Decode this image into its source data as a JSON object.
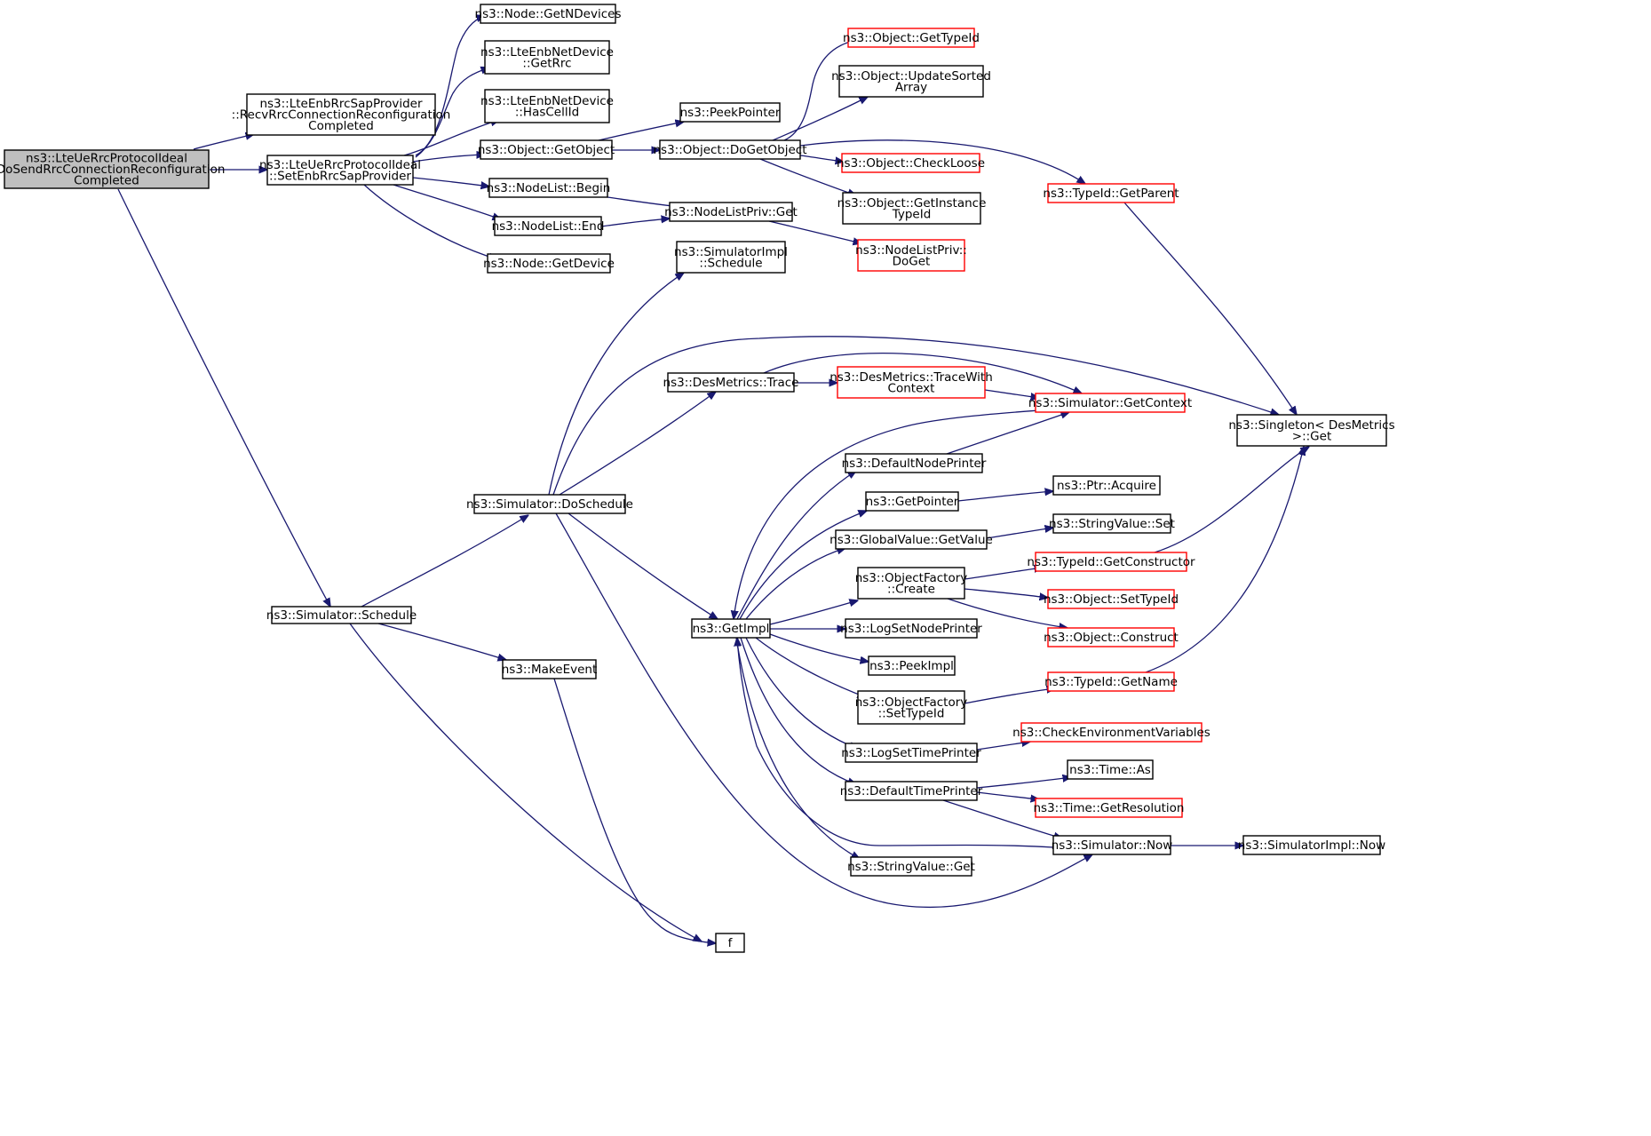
{
  "colors": {
    "edge": "#191970",
    "node_border": "#000000",
    "truncated_border": "#ff0000",
    "root_fill": "#bfbfbf",
    "node_fill": "#ffffff"
  },
  "nodes": [
    {
      "id": "root",
      "lines": [
        "ns3::LteUeRrcProtocolIdeal",
        "::DoSendRrcConnectionReconfiguration",
        "Completed"
      ],
      "root": true
    },
    {
      "id": "recv",
      "lines": [
        "ns3::LteEnbRrcSapProvider",
        "::RecvRrcConnectionReconfiguration",
        "Completed"
      ]
    },
    {
      "id": "setenb",
      "lines": [
        "ns3::LteUeRrcProtocolIdeal",
        "::SetEnbRrcSapProvider"
      ]
    },
    {
      "id": "sched",
      "lines": [
        "ns3::Simulator::Schedule"
      ]
    },
    {
      "id": "getndev",
      "lines": [
        "ns3::Node::GetNDevices"
      ]
    },
    {
      "id": "getrrc",
      "lines": [
        "ns3::LteEnbNetDevice",
        "::GetRrc"
      ]
    },
    {
      "id": "hascell",
      "lines": [
        "ns3::LteEnbNetDevice",
        "::HasCellId"
      ]
    },
    {
      "id": "getobj",
      "lines": [
        "ns3::Object::GetObject"
      ]
    },
    {
      "id": "nlbegin",
      "lines": [
        "ns3::NodeList::Begin"
      ]
    },
    {
      "id": "nlend",
      "lines": [
        "ns3::NodeList::End"
      ]
    },
    {
      "id": "getdev",
      "lines": [
        "ns3::Node::GetDevice"
      ]
    },
    {
      "id": "peekptr",
      "lines": [
        "ns3::PeekPointer"
      ]
    },
    {
      "id": "dogetobj",
      "lines": [
        "ns3::Object::DoGetObject"
      ]
    },
    {
      "id": "nlpget",
      "lines": [
        "ns3::NodeListPriv::Get"
      ]
    },
    {
      "id": "simimplsched",
      "lines": [
        "ns3::SimulatorImpl",
        "::Schedule"
      ]
    },
    {
      "id": "gettypeid",
      "lines": [
        "ns3::Object::GetTypeId"
      ],
      "truncated": true
    },
    {
      "id": "updsorted",
      "lines": [
        "ns3::Object::UpdateSorted",
        "Array"
      ]
    },
    {
      "id": "checkloose",
      "lines": [
        "ns3::Object::CheckLoose"
      ],
      "truncated": true
    },
    {
      "id": "getinsttid",
      "lines": [
        "ns3::Object::GetInstance",
        "TypeId"
      ]
    },
    {
      "id": "nlpdoget",
      "lines": [
        "ns3::NodeListPriv::",
        "DoGet"
      ],
      "truncated": true
    },
    {
      "id": "getparent",
      "lines": [
        "ns3::TypeId::GetParent"
      ],
      "truncated": true
    },
    {
      "id": "doschedule",
      "lines": [
        "ns3::Simulator::DoSchedule"
      ]
    },
    {
      "id": "makeevent",
      "lines": [
        "ns3::MakeEvent"
      ]
    },
    {
      "id": "f",
      "lines": [
        "f"
      ]
    },
    {
      "id": "destrace",
      "lines": [
        "ns3::DesMetrics::Trace"
      ]
    },
    {
      "id": "tracewctx",
      "lines": [
        "ns3::DesMetrics::TraceWith",
        "Context"
      ],
      "truncated": true
    },
    {
      "id": "getctx",
      "lines": [
        "ns3::Simulator::GetContext"
      ],
      "truncated": true
    },
    {
      "id": "singleton",
      "lines": [
        "ns3::Singleton< DesMetrics",
        ">::Get"
      ]
    },
    {
      "id": "getimpl",
      "lines": [
        "ns3::GetImpl"
      ]
    },
    {
      "id": "defnodeprinter",
      "lines": [
        "ns3::DefaultNodePrinter"
      ]
    },
    {
      "id": "getpointer",
      "lines": [
        "ns3::GetPointer"
      ]
    },
    {
      "id": "ptracquire",
      "lines": [
        "ns3::Ptr::Acquire"
      ]
    },
    {
      "id": "gvgetvalue",
      "lines": [
        "ns3::GlobalValue::GetValue"
      ]
    },
    {
      "id": "svset",
      "lines": [
        "ns3::StringValue::Set"
      ]
    },
    {
      "id": "ofcreate",
      "lines": [
        "ns3::ObjectFactory",
        "::Create"
      ]
    },
    {
      "id": "getctor",
      "lines": [
        "ns3::TypeId::GetConstructor"
      ],
      "truncated": true
    },
    {
      "id": "settypeid",
      "lines": [
        "ns3::Object::SetTypeId"
      ],
      "truncated": true
    },
    {
      "id": "construct",
      "lines": [
        "ns3::Object::Construct"
      ],
      "truncated": true
    },
    {
      "id": "logsetnp",
      "lines": [
        "ns3::LogSetNodePrinter"
      ]
    },
    {
      "id": "peekimpl",
      "lines": [
        "ns3::PeekImpl"
      ]
    },
    {
      "id": "ofsettid",
      "lines": [
        "ns3::ObjectFactory",
        "::SetTypeId"
      ]
    },
    {
      "id": "getname",
      "lines": [
        "ns3::TypeId::GetName"
      ],
      "truncated": true
    },
    {
      "id": "logsettp",
      "lines": [
        "ns3::LogSetTimePrinter"
      ]
    },
    {
      "id": "checkenv",
      "lines": [
        "ns3::CheckEnvironmentVariables"
      ],
      "truncated": true
    },
    {
      "id": "deftimeprinter",
      "lines": [
        "ns3::DefaultTimePrinter"
      ]
    },
    {
      "id": "timeas",
      "lines": [
        "ns3::Time::As"
      ]
    },
    {
      "id": "getres",
      "lines": [
        "ns3::Time::GetResolution"
      ],
      "truncated": true
    },
    {
      "id": "simnow",
      "lines": [
        "ns3::Simulator::Now"
      ]
    },
    {
      "id": "simimplnow",
      "lines": [
        "ns3::SimulatorImpl::Now"
      ]
    },
    {
      "id": "svget",
      "lines": [
        "ns3::StringValue::Get"
      ]
    }
  ],
  "edges": [
    [
      "root",
      "recv"
    ],
    [
      "root",
      "setenb"
    ],
    [
      "root",
      "sched"
    ],
    [
      "setenb",
      "getndev"
    ],
    [
      "setenb",
      "getrrc"
    ],
    [
      "setenb",
      "hascell"
    ],
    [
      "setenb",
      "getobj"
    ],
    [
      "setenb",
      "nlbegin"
    ],
    [
      "setenb",
      "nlend"
    ],
    [
      "setenb",
      "getdev"
    ],
    [
      "getobj",
      "peekptr"
    ],
    [
      "getobj",
      "dogetobj"
    ],
    [
      "dogetobj",
      "gettypeid"
    ],
    [
      "dogetobj",
      "updsorted"
    ],
    [
      "dogetobj",
      "checkloose"
    ],
    [
      "dogetobj",
      "getinsttid"
    ],
    [
      "dogetobj",
      "getparent"
    ],
    [
      "nlbegin",
      "nlpget"
    ],
    [
      "nlend",
      "nlpget"
    ],
    [
      "nlpget",
      "nlpdoget"
    ],
    [
      "getparent",
      "singleton"
    ],
    [
      "sched",
      "doschedule"
    ],
    [
      "sched",
      "makeevent"
    ],
    [
      "sched",
      "f"
    ],
    [
      "makeevent",
      "f"
    ],
    [
      "doschedule",
      "simimplsched"
    ],
    [
      "doschedule",
      "singleton"
    ],
    [
      "doschedule",
      "destrace"
    ],
    [
      "doschedule",
      "getimpl"
    ],
    [
      "doschedule",
      "simnow"
    ],
    [
      "destrace",
      "tracewctx"
    ],
    [
      "destrace",
      "getctx"
    ],
    [
      "tracewctx",
      "getctx"
    ],
    [
      "getctx",
      "getimpl"
    ],
    [
      "getimpl",
      "defnodeprinter"
    ],
    [
      "getimpl",
      "getpointer"
    ],
    [
      "getimpl",
      "gvgetvalue"
    ],
    [
      "getimpl",
      "ofcreate"
    ],
    [
      "getimpl",
      "logsetnp"
    ],
    [
      "getimpl",
      "peekimpl"
    ],
    [
      "getimpl",
      "ofsettid"
    ],
    [
      "getimpl",
      "logsettp"
    ],
    [
      "getimpl",
      "deftimeprinter"
    ],
    [
      "getimpl",
      "svget"
    ],
    [
      "defnodeprinter",
      "getctx"
    ],
    [
      "getpointer",
      "ptracquire"
    ],
    [
      "gvgetvalue",
      "svset"
    ],
    [
      "ofcreate",
      "getctor"
    ],
    [
      "ofcreate",
      "settypeid"
    ],
    [
      "ofcreate",
      "construct"
    ],
    [
      "getctor",
      "singleton"
    ],
    [
      "ofsettid",
      "getname"
    ],
    [
      "getname",
      "singleton"
    ],
    [
      "logsettp",
      "checkenv"
    ],
    [
      "deftimeprinter",
      "timeas"
    ],
    [
      "deftimeprinter",
      "getres"
    ],
    [
      "deftimeprinter",
      "simnow"
    ],
    [
      "simnow",
      "getimpl"
    ],
    [
      "simnow",
      "simimplnow"
    ]
  ]
}
